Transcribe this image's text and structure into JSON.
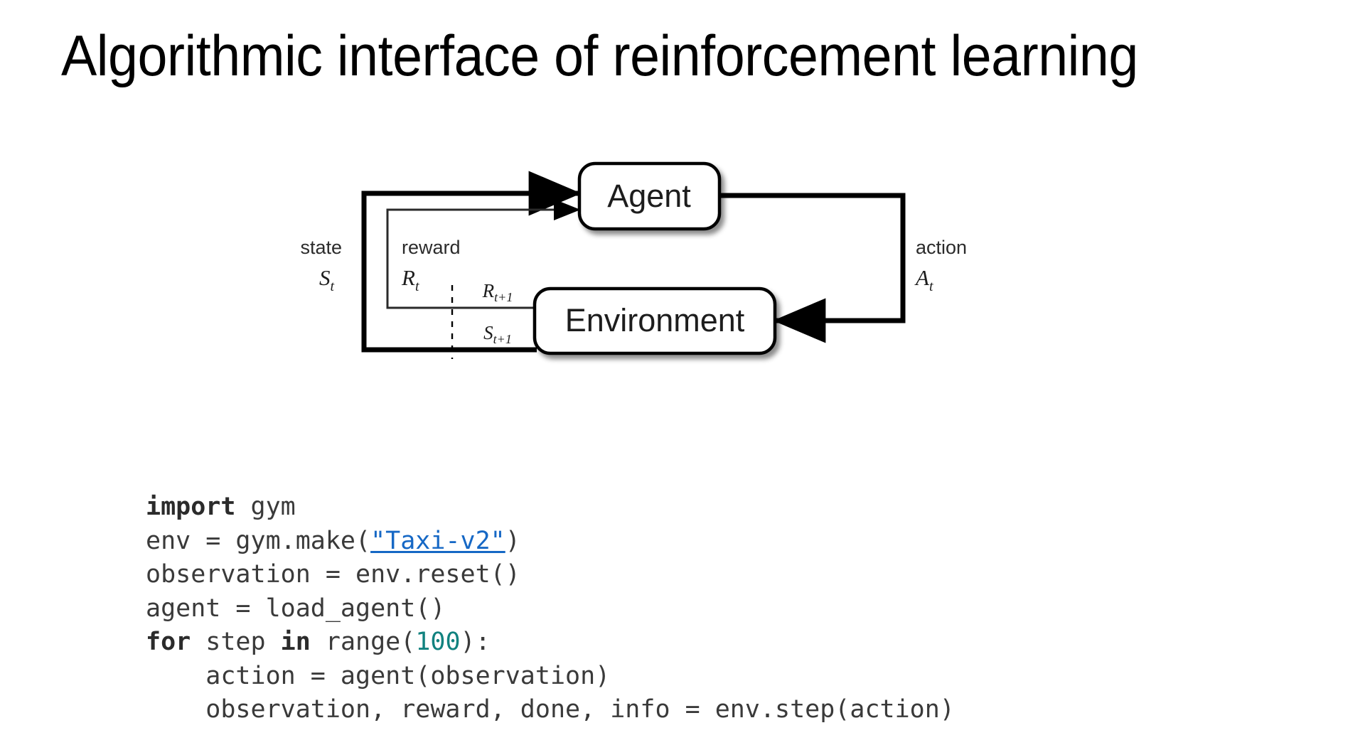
{
  "slide": {
    "title": "Algorithmic interface of reinforcement learning",
    "background_color": "#ffffff",
    "title_color": "#000000"
  },
  "diagram": {
    "name": "reinforcement-learning-agent-environment-loop",
    "type": "block-diagram",
    "nodes": [
      {
        "id": "agent",
        "label": "Agent"
      },
      {
        "id": "environment",
        "label": "Environment"
      }
    ],
    "edges": [
      {
        "id": "state-to-agent",
        "label": "state",
        "symbol": "S",
        "subscript": "t",
        "weight": "thick",
        "from": "environment",
        "to": "agent"
      },
      {
        "id": "reward-to-agent",
        "label": "reward",
        "symbol": "R",
        "subscript": "t",
        "weight": "thin",
        "from": "environment",
        "to": "agent"
      },
      {
        "id": "action-to-environment",
        "label": "action",
        "symbol": "A",
        "subscript": "t",
        "weight": "thick",
        "from": "agent",
        "to": "environment"
      },
      {
        "id": "reward-next",
        "label": "",
        "symbol": "R",
        "subscript": "t+1",
        "weight": "thin",
        "from": "environment",
        "to": "boundary"
      },
      {
        "id": "state-next",
        "label": "",
        "symbol": "S",
        "subscript": "t+1",
        "weight": "thick",
        "from": "environment",
        "to": "boundary"
      }
    ],
    "labels": {
      "state": "state",
      "reward": "reward",
      "action": "action",
      "state_symbol": "S",
      "state_sub": "t",
      "reward_symbol": "R",
      "reward_sub": "t",
      "action_symbol": "A",
      "action_sub": "t",
      "reward_next_symbol": "R",
      "reward_next_sub": "t+1",
      "state_next_symbol": "S",
      "state_next_sub": "t+1"
    },
    "stroke_color": "#000000",
    "box_fill": "#ffffff",
    "dashed_divider": true
  },
  "code": {
    "language": "python",
    "keyword_color": "#2b2b2b",
    "number_color": "#11827f",
    "link_color": "#1668c5",
    "text_color": "#3a3a3a",
    "lines": [
      {
        "segments": [
          {
            "t": "import",
            "k": "kw"
          },
          {
            "t": " gym",
            "k": ""
          }
        ]
      },
      {
        "segments": [
          {
            "t": "env = gym.make(",
            "k": ""
          },
          {
            "t": "\"Taxi-v2\"",
            "k": "lnk"
          },
          {
            "t": ")",
            "k": ""
          }
        ]
      },
      {
        "segments": [
          {
            "t": "observation = env.reset()",
            "k": ""
          }
        ]
      },
      {
        "segments": [
          {
            "t": "agent = load_agent()",
            "k": ""
          }
        ]
      },
      {
        "segments": [
          {
            "t": "for",
            "k": "kw"
          },
          {
            "t": " step ",
            "k": ""
          },
          {
            "t": "in",
            "k": "kw"
          },
          {
            "t": " range(",
            "k": ""
          },
          {
            "t": "100",
            "k": "num"
          },
          {
            "t": "):",
            "k": ""
          }
        ]
      },
      {
        "segments": [
          {
            "t": "    action = agent(observation)",
            "k": ""
          }
        ]
      },
      {
        "segments": [
          {
            "t": "    observation, reward, done, info = env.step(action)",
            "k": ""
          }
        ]
      }
    ]
  }
}
